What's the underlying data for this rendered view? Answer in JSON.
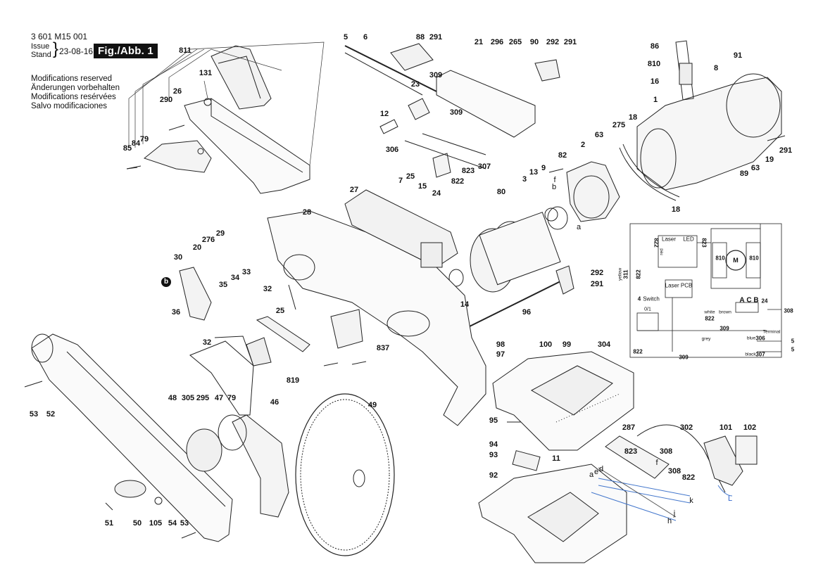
{
  "header": {
    "part_number": "3 601 M15 001",
    "issue_label": "Issue",
    "stand_label": "Stand",
    "date": "23-08-16",
    "figure": "Fig./Abb. 1"
  },
  "notes": [
    "Modifications reserved",
    "Änderungen vorbehalten",
    "Modifications resérvées",
    "Salvo modificaciones"
  ],
  "callouts": [
    "5",
    "6",
    "88",
    "291",
    "21",
    "296",
    "265",
    "90",
    "292",
    "291",
    "86",
    "91",
    "810",
    "8",
    "16",
    "811",
    "131",
    "26",
    "290",
    "85",
    "84",
    "79",
    "309",
    "23",
    "12",
    "309",
    "306",
    "307",
    "823",
    "822",
    "24",
    "1",
    "18",
    "275",
    "63",
    "2",
    "82",
    "13",
    "9",
    "3",
    "291",
    "19",
    "63",
    "89",
    "18",
    "27",
    "28",
    "7",
    "25",
    "15",
    "80",
    "29",
    "276",
    "20",
    "30",
    "33",
    "34",
    "35",
    "32",
    "36",
    "25",
    "14",
    "292",
    "291",
    "96",
    "837",
    "32",
    "819",
    "46",
    "53",
    "52",
    "48",
    "305",
    "295",
    "47",
    "79",
    "49",
    "98",
    "100",
    "97",
    "99",
    "304",
    "95",
    "94",
    "93",
    "11",
    "92",
    "287",
    "302",
    "101",
    "102",
    "823",
    "308",
    "308",
    "822",
    "51",
    "50",
    "105",
    "54",
    "53"
  ],
  "letters": [
    "a",
    "b",
    "f",
    "a",
    "e",
    "d",
    "f",
    "k",
    "j",
    "h",
    "L",
    "b"
  ],
  "wiring": {
    "laser": "Laser",
    "led": "LED",
    "laser_pcb": "Laser PCB",
    "switch_num": "4",
    "switch": "Switch",
    "switch_state": "0/1",
    "motor": "M",
    "motor_left": "810",
    "motor_right": "810",
    "w822a": "822",
    "w823": "823",
    "w822b": "822",
    "w311": "311",
    "w308": "308",
    "w24": "24",
    "w822c": "822",
    "w309a": "309",
    "w306": "306",
    "w307": "307",
    "w822d": "822",
    "w309b": "309",
    "w5a": "5",
    "w5b": "5",
    "abc": [
      "A",
      "C",
      "B"
    ],
    "terminal": "Terminal",
    "colors": {
      "red": "red",
      "gray": "grey",
      "yellow": "yellow",
      "white": "white",
      "brown": "brown",
      "blue": "blue",
      "black": "black"
    }
  }
}
